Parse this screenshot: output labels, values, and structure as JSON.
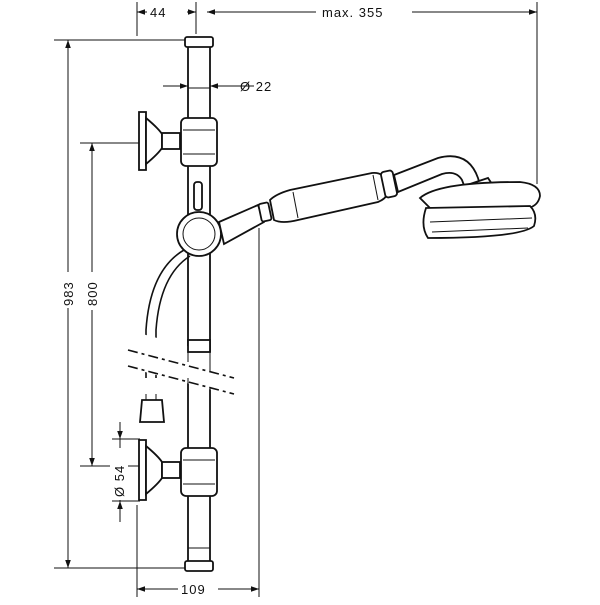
{
  "dimensions": {
    "wall_offset": "44",
    "max_reach": "max. 355",
    "pipe_diameter": "Ø 22",
    "total_height": "983",
    "bracket_spacing": "800",
    "bracket_diameter": "Ø 54",
    "total_depth": "109"
  },
  "colors": {
    "ink": "#111111",
    "paper": "#ffffff"
  }
}
